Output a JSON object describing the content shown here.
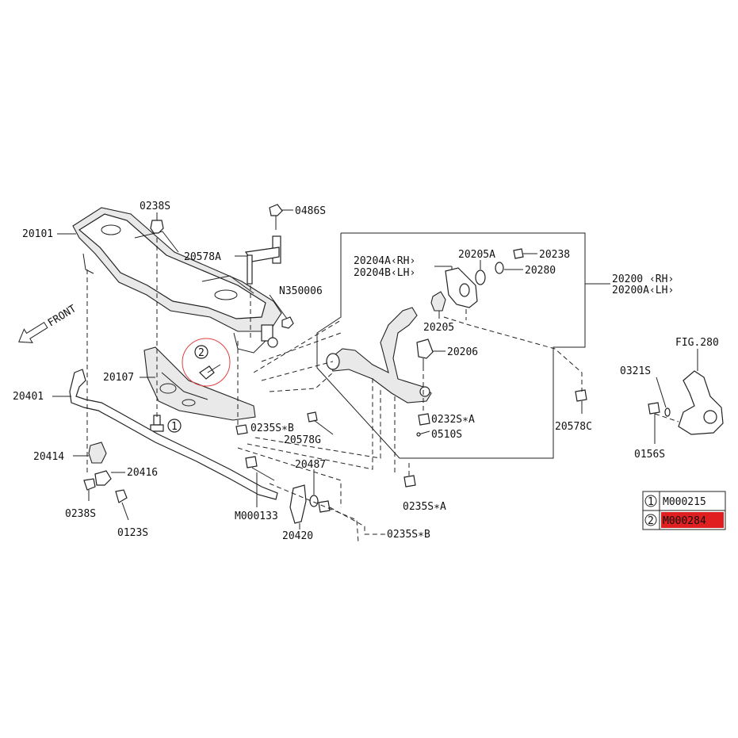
{
  "front_label": "FRONT",
  "parts": {
    "p20101": "20101",
    "p0238s_top": "0238S",
    "p0486s": "0486S",
    "p20578a": "20578A",
    "pn350006": "N350006",
    "p20107": "20107",
    "p20401": "20401",
    "p20414": "20414",
    "p20416": "20416",
    "p0238s_bottom": "0238S",
    "p0123s": "0123S",
    "p0235sb_mid": "0235S∗B",
    "p20578g": "20578G",
    "p20487": "20487",
    "pm000133": "M000133",
    "p20420": "20420",
    "p0235sb_bottom": "0235S∗B",
    "p20204a": "20204A‹RH›",
    "p20204b": "20204B‹LH›",
    "p20205a": "20205A",
    "p20238": "20238",
    "p20280": "20280",
    "p20205": "20205",
    "p20206": "20206",
    "p0232sa": "0232S∗A",
    "p0510s": "0510S",
    "p0235sa": "0235S∗A",
    "p20200": "20200 ‹RH›",
    "p20200a": "20200A‹LH›",
    "p20578c": "20578C",
    "pfig280": "FIG.280",
    "p0321s": "0321S",
    "p0156s": "0156S"
  },
  "callouts": {
    "one": "1",
    "two": "2"
  },
  "legend": {
    "rows": [
      {
        "num": "1",
        "code": "M000215"
      },
      {
        "num": "2",
        "code": "M000284"
      }
    ]
  },
  "colors": {
    "highlight_red": "#e02020",
    "callout_circle": "#e04040"
  }
}
